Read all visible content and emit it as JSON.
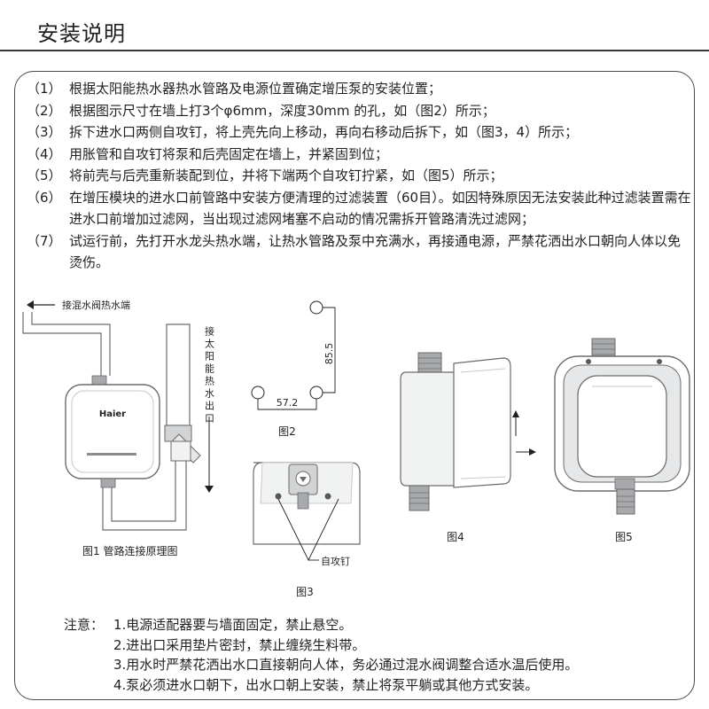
{
  "title": "安装说明",
  "steps": [
    {
      "num": "（1）",
      "text": "根据太阳能热水器热水管路及电源位置确定增压泵的安装位置；"
    },
    {
      "num": "（2）",
      "text": "根据图示尺寸在墙上打3个φ6mm，深度30mm 的孔，如（图2）所示；"
    },
    {
      "num": "（3）",
      "text": "拆下进水口两侧自攻钉，将上壳先向上移动，再向右移动后拆下，如（图3，4）所示；"
    },
    {
      "num": "（4）",
      "text": "用胀管和自攻钉将泵和后壳固定在墙上，并紧固到位；"
    },
    {
      "num": "（5）",
      "text": "将前壳与后壳重新装配到位，并将下端两个自攻钉拧紧，如（图5）所示；"
    },
    {
      "num": "（6）",
      "text": "在增压模块的进水口前管路中安装方便清理的过滤装置（60目）。如因特殊原因无法安装此种过滤装置需在进水口前增加过滤网，当出现过滤网堵塞不启动的情况需拆开管路清洗过滤网；"
    },
    {
      "num": "（7）",
      "text": "试运行前，先打开水龙头热水端，让热水管路及泵中充满水，再接通电源，严禁花洒出水口朝向人体以免烫伤。"
    }
  ],
  "fig1": {
    "label_top": "接混水阀热水端",
    "label_side": "接太阳能热水出口",
    "brand": "Haier",
    "caption": "图1  管路连接原理图"
  },
  "fig2": {
    "dim_h": "57.2",
    "dim_v": "85.5",
    "caption": "图2"
  },
  "fig3": {
    "callout": "自攻钉",
    "caption": "图3"
  },
  "fig4": {
    "caption": "图4"
  },
  "fig5": {
    "caption": "图5"
  },
  "notes": {
    "heading": "注意：",
    "items": [
      "1.电源适配器要与墙面固定，禁止悬空。",
      "2.进出口采用垫片密封，禁止缠绕生料带。",
      "3.用水时严禁花洒出水口直接朝向人体，务必通过混水阀调整合适水温后使用。",
      "4.泵必须进水口朝下，出水口朝上安装，禁止将泵平躺或其他方式安装。"
    ]
  }
}
